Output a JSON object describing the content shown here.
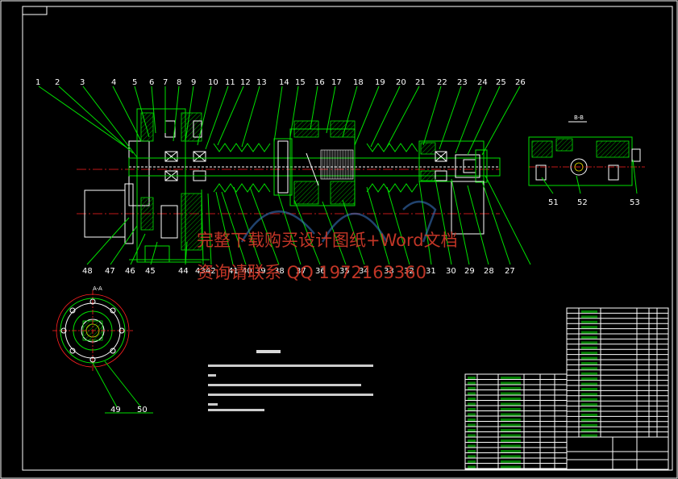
{
  "drawing": {
    "part_numbers_top": [
      "1",
      "2",
      "3",
      "4",
      "5",
      "6",
      "7",
      "8",
      "9",
      "10",
      "11",
      "12",
      "13",
      "14",
      "15",
      "16",
      "17",
      "18",
      "19",
      "20",
      "21",
      "22",
      "23",
      "24",
      "25",
      "26"
    ],
    "part_numbers_bottom": [
      "48",
      "47",
      "46",
      "45",
      "44",
      "43",
      "42",
      "41",
      "40",
      "39",
      "38",
      "37",
      "36",
      "35",
      "34",
      "33",
      "32",
      "31",
      "30",
      "29",
      "28",
      "27"
    ],
    "part_numbers_section": [
      "51",
      "52",
      "53"
    ],
    "part_numbers_end_view": [
      "49",
      "50"
    ],
    "section_label": "B-B",
    "end_view_label": "A-A"
  },
  "watermark": {
    "line1": "完整下载购买设计图纸+Word文档",
    "line2": "资询请联系 QQ 1972163360"
  },
  "colors": {
    "outline": "#00e000",
    "border": "#ffffff",
    "centerline": "#ff2020",
    "watermark": "#d23a2a"
  }
}
